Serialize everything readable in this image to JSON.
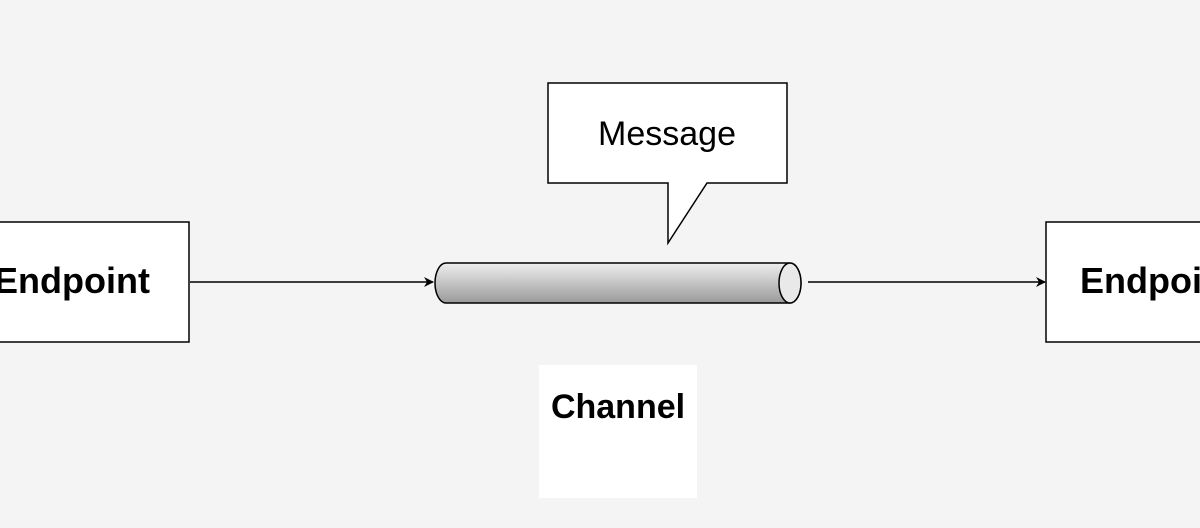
{
  "diagram": {
    "left_endpoint": {
      "label": "Endpoint"
    },
    "right_endpoint": {
      "label": "Endpoint"
    },
    "message": {
      "label": "Message"
    },
    "channel": {
      "label": "Channel"
    }
  },
  "colors": {
    "background": "#f4f4f4",
    "stroke": "#000000",
    "box_fill": "#ffffff",
    "pipe_light": "#eeeeee",
    "pipe_dark": "#9a9a9a"
  }
}
